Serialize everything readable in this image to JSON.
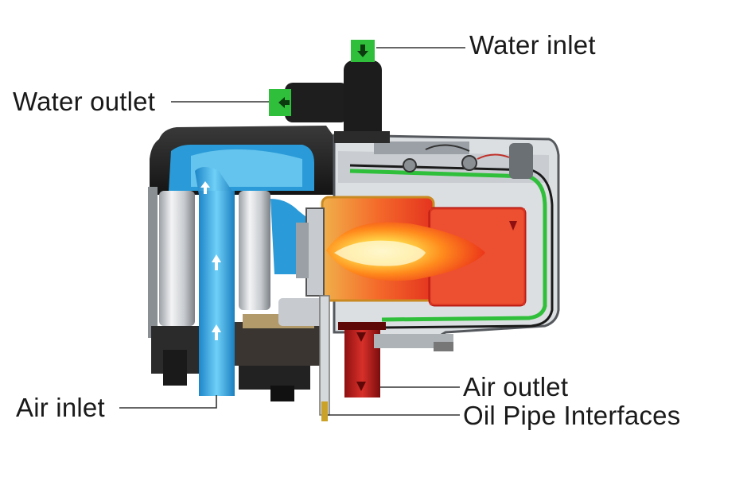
{
  "labels": {
    "water_inlet": "Water inlet",
    "water_outlet": "Water outlet",
    "air_inlet": "Air inlet",
    "air_outlet": "Air outlet",
    "oil_pipe": "Oil Pipe Interfaces"
  },
  "colors": {
    "water_port_green": "#2fbf3a",
    "water_cold_blue": "#3aaee6",
    "flame_red": "#e8261a",
    "flame_orange": "#ff8a1c",
    "flame_yellow": "#ffd84a",
    "body_dark": "#2b2b2b",
    "casing_gray": "#8a8f93"
  },
  "icons": [
    "flow-arrow-icon"
  ]
}
